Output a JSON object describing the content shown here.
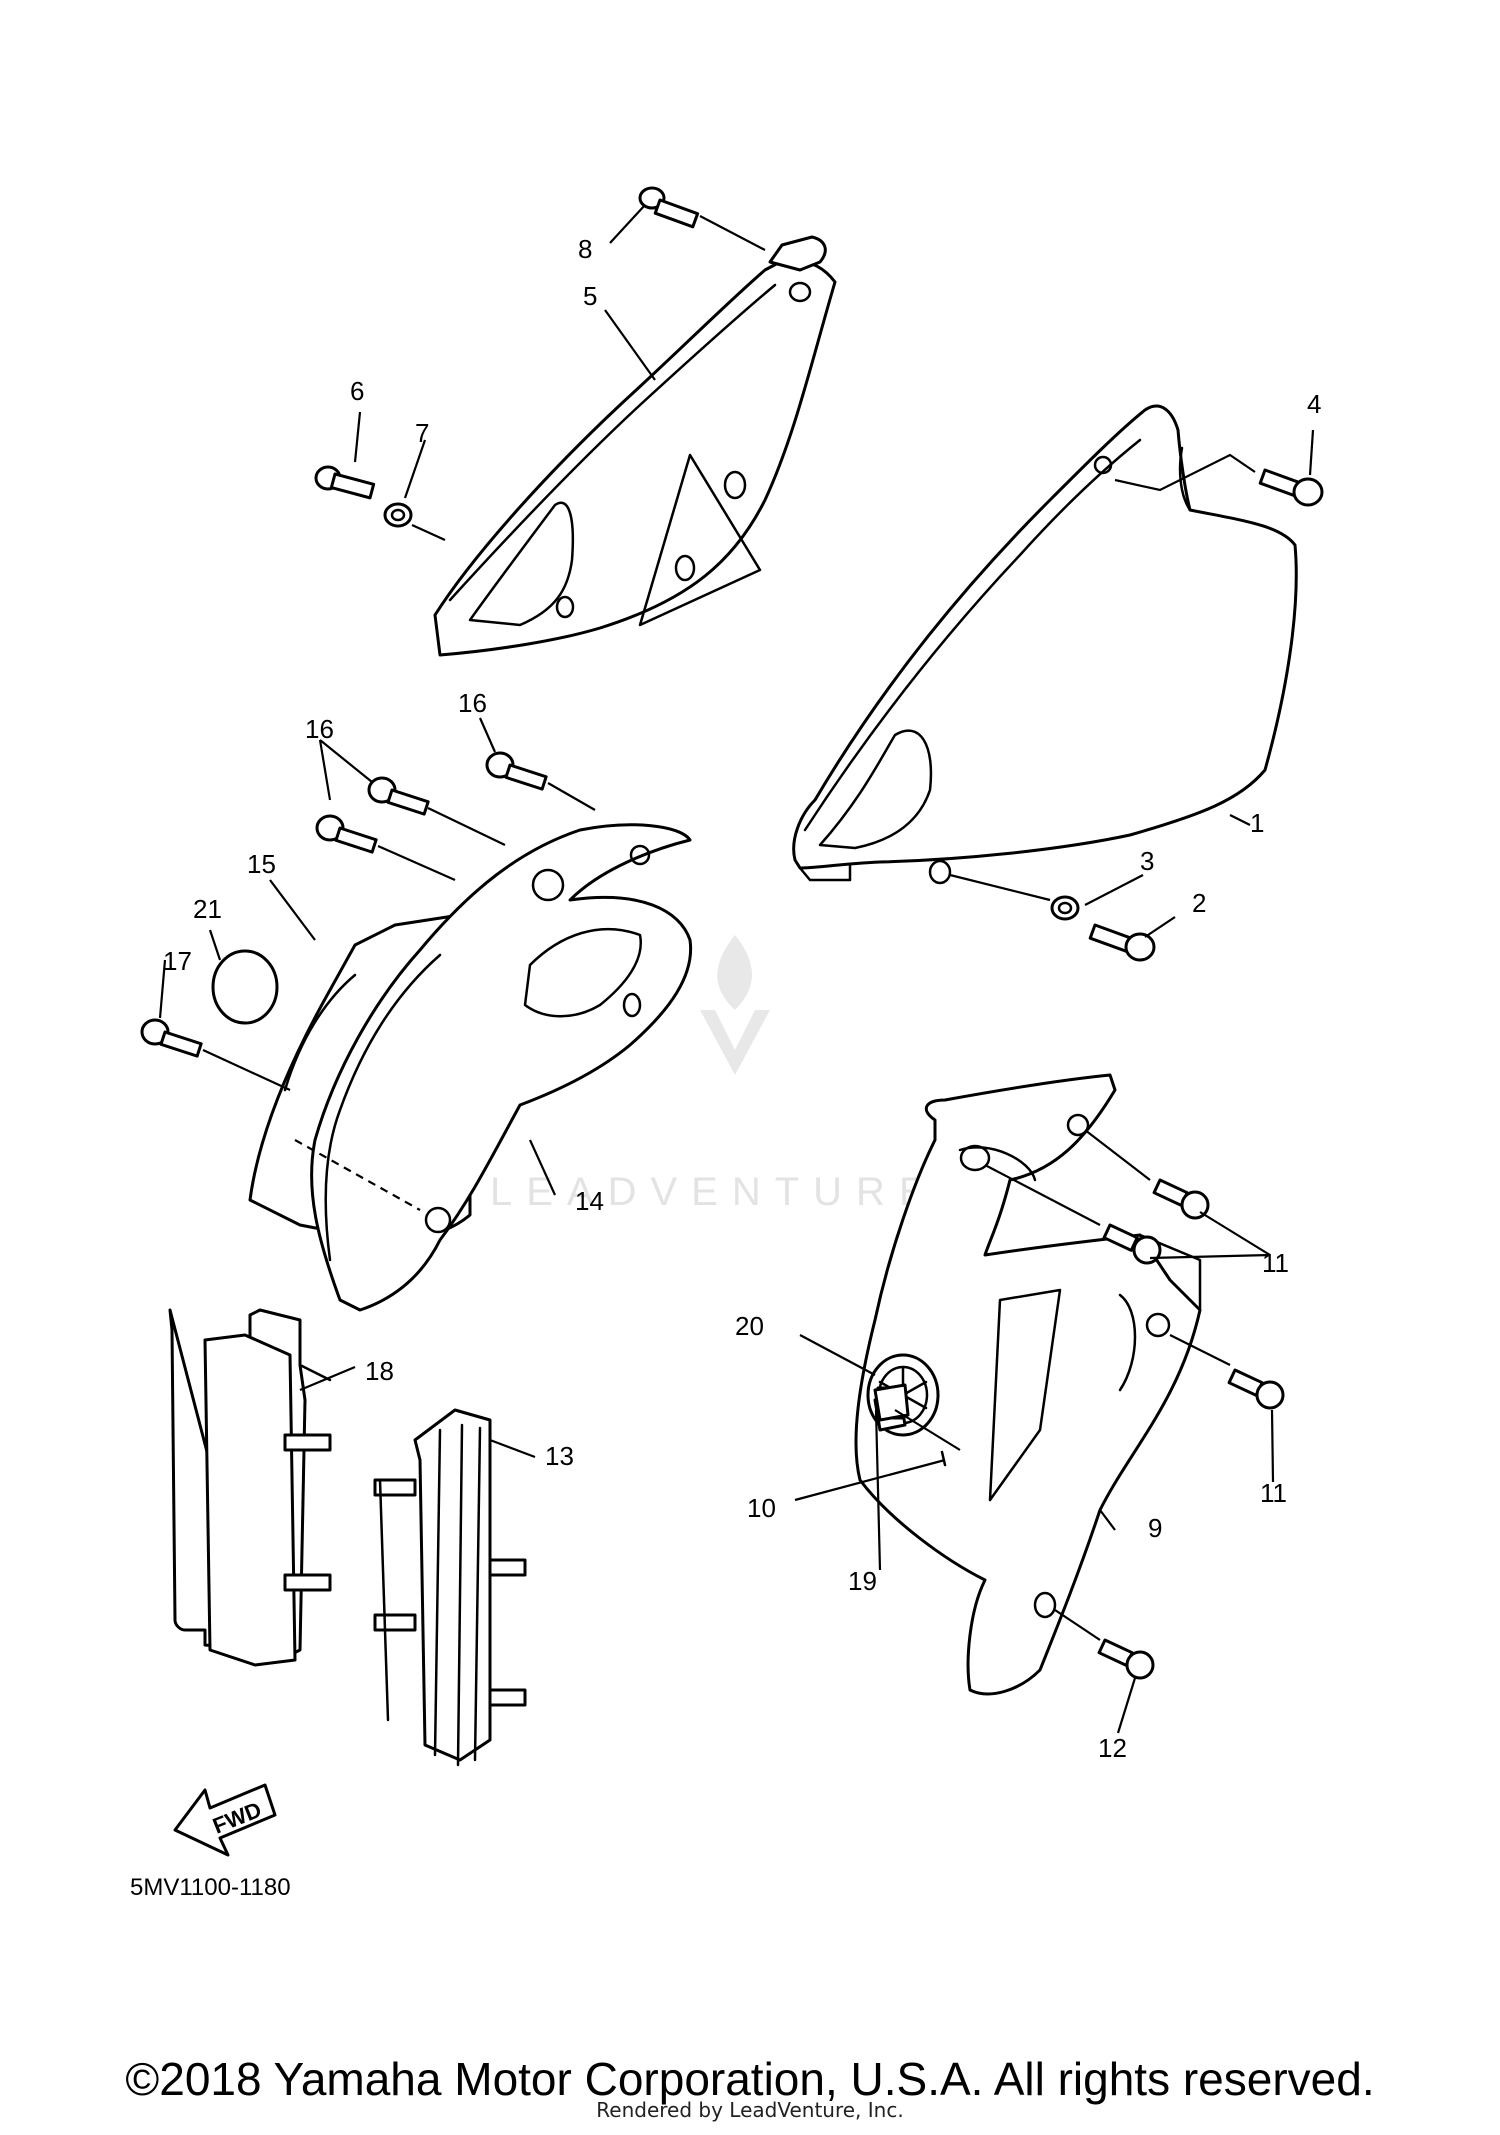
{
  "diagram": {
    "callouts": {
      "c1": "1",
      "c2": "2",
      "c3": "3",
      "c4": "4",
      "c5": "5",
      "c6": "6",
      "c7": "7",
      "c8": "8",
      "c9": "9",
      "c10": "10",
      "c11a": "11",
      "c11b": "11",
      "c12": "12",
      "c13": "13",
      "c14": "14",
      "c15": "15",
      "c16a": "16",
      "c16b": "16",
      "c17": "17",
      "c18": "18",
      "c19": "19",
      "c20": "20",
      "c21": "21"
    },
    "diagram_code": "5MV1100-1180",
    "fwd_label": "FWD",
    "watermark": "LEADVENTURE"
  },
  "footer": {
    "copyright": "©2018 Yamaha Motor Corporation, U.S.A. All rights reserved.",
    "rendered_by": "Rendered by LeadVenture, Inc."
  }
}
